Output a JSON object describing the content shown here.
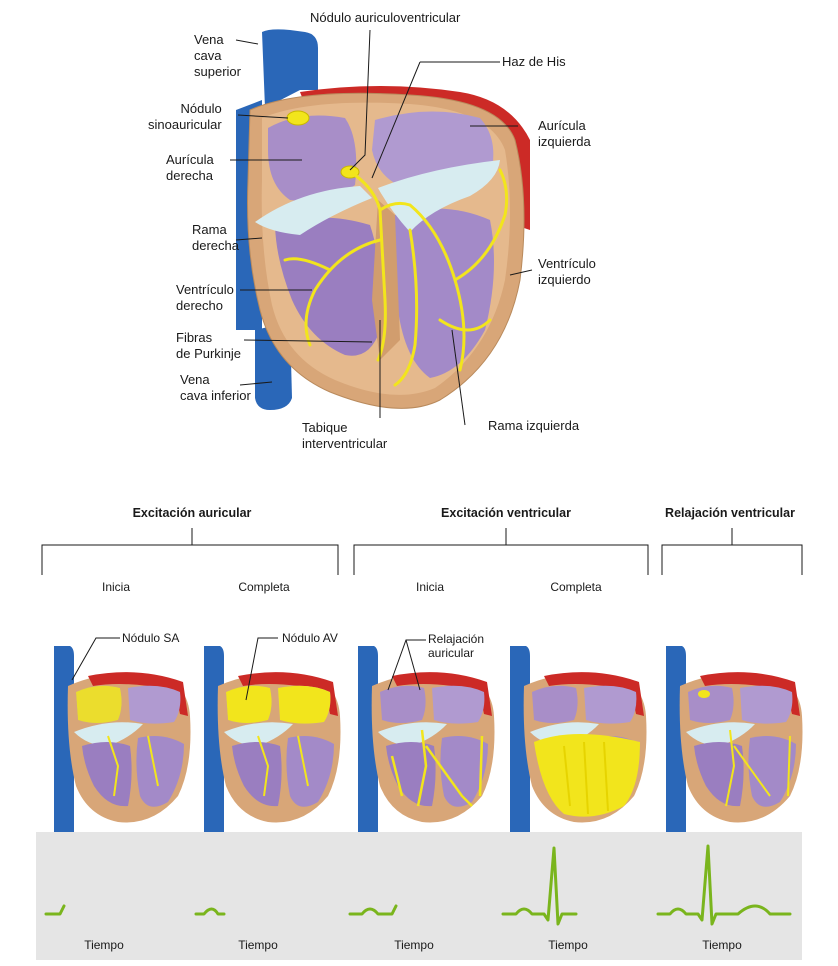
{
  "main_diagram": {
    "labels": {
      "nodulo_av": "Nódulo auriculoventricular",
      "haz_his": "Haz de His",
      "vena_cava_superior": [
        "Vena",
        "cava",
        "superior"
      ],
      "nodulo_sa": [
        "Nódulo",
        "sinoauricular"
      ],
      "auricula_derecha": [
        "Aurícula",
        "derecha"
      ],
      "auricula_izquierda": [
        "Aurícula",
        "izquierda"
      ],
      "rama_derecha": [
        "Rama",
        "derecha"
      ],
      "ventriculo_izquierdo": [
        "Ventrículo",
        "izquierdo"
      ],
      "ventriculo_derecho": [
        "Ventrículo",
        "derecho"
      ],
      "fibras_purkinje": [
        "Fibras",
        "de Purkinje"
      ],
      "vena_cava_inferior": [
        "Vena",
        "cava inferior"
      ],
      "tabique": [
        "Tabique",
        "interventricular"
      ],
      "rama_izquierda": "Rama izquierda"
    }
  },
  "phases": [
    {
      "title": "Excitación auricular",
      "sub": [
        "Inicia",
        "Completa"
      ]
    },
    {
      "title": "Excitación ventricular",
      "sub": [
        "Inicia",
        "Completa"
      ]
    },
    {
      "title": "Relajación ventricular"
    }
  ],
  "small_labels": {
    "nodulo_sa": "Nódulo SA",
    "nodulo_av": "Nódulo AV",
    "relajacion": [
      "Relajación",
      "auricular"
    ]
  },
  "ecg": {
    "axis_label": "Tiempo",
    "count": 5
  },
  "colors": {
    "vein_blue": "#2a67b8",
    "muscle_tan": "#d8a678",
    "chamber_purple": "#a88ec8",
    "conduction_yellow": "#f2e51c",
    "valve_lightblue": "#d7ecf0",
    "aorta_red": "#cc2a26",
    "ecg_green": "#7ab51d",
    "ecg_background": "#e5e5e5"
  }
}
